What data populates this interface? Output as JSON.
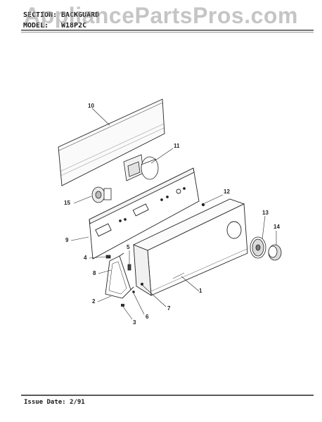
{
  "header": {
    "section_label": "SECTION:",
    "section_value": "BACKGUARD",
    "model_label": "MODEL:",
    "model_value": "W18P2C"
  },
  "watermark": "AppliancePartsPros.com",
  "footer": {
    "issue_date": "Issue Date: 2/91"
  },
  "callouts": {
    "c1": "1",
    "c2": "2",
    "c3": "3",
    "c4": "4",
    "c5": "5",
    "c6": "6",
    "c7": "7",
    "c8": "8",
    "c9": "9",
    "c10": "10",
    "c11": "11",
    "c12": "12",
    "c13": "13",
    "c14": "14",
    "c15": "15"
  },
  "colors": {
    "ink": "#222222",
    "watermark": "#969696"
  }
}
